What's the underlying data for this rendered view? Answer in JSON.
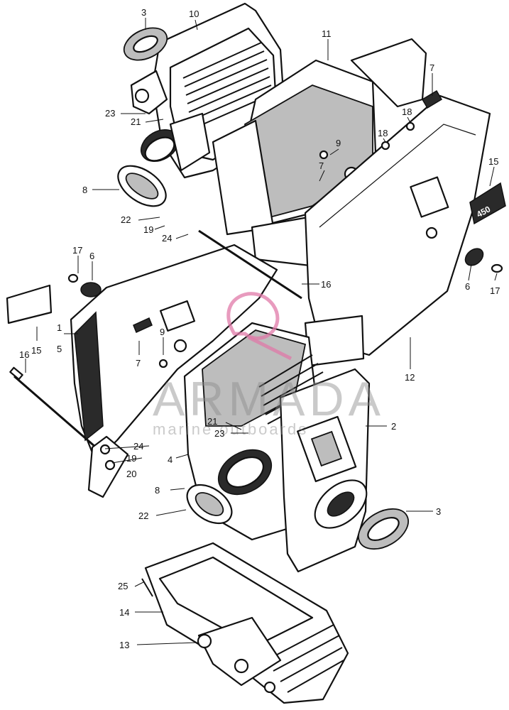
{
  "watermark": {
    "brand": "ARMADA",
    "tagline": "marine outboards",
    "logo_color": "#e07aa8"
  },
  "callouts": [
    {
      "id": "c3a",
      "label": "3"
    },
    {
      "id": "c10",
      "label": "10"
    },
    {
      "id": "c11",
      "label": "11"
    },
    {
      "id": "c7a",
      "label": "7"
    },
    {
      "id": "c23a",
      "label": "23"
    },
    {
      "id": "c21a",
      "label": "21"
    },
    {
      "id": "c18a",
      "label": "18"
    },
    {
      "id": "c18b",
      "label": "18"
    },
    {
      "id": "c9a",
      "label": "9"
    },
    {
      "id": "c7b",
      "label": "7"
    },
    {
      "id": "c15a",
      "label": "15"
    },
    {
      "id": "c8a",
      "label": "8"
    },
    {
      "id": "c22a",
      "label": "22"
    },
    {
      "id": "c19a",
      "label": "19"
    },
    {
      "id": "c24a",
      "label": "24"
    },
    {
      "id": "c17a",
      "label": "17"
    },
    {
      "id": "c6a",
      "label": "6"
    },
    {
      "id": "c16a",
      "label": "16"
    },
    {
      "id": "c6b",
      "label": "6"
    },
    {
      "id": "c17b",
      "label": "17"
    },
    {
      "id": "c1",
      "label": "1"
    },
    {
      "id": "c5",
      "label": "5"
    },
    {
      "id": "c15b",
      "label": "15"
    },
    {
      "id": "c9b",
      "label": "9"
    },
    {
      "id": "c7c",
      "label": "7"
    },
    {
      "id": "c12",
      "label": "12"
    },
    {
      "id": "c16b",
      "label": "16"
    },
    {
      "id": "c2",
      "label": "2"
    },
    {
      "id": "c21b",
      "label": "21"
    },
    {
      "id": "c23b",
      "label": "23"
    },
    {
      "id": "c24b",
      "label": "24"
    },
    {
      "id": "c19b",
      "label": "19"
    },
    {
      "id": "c20",
      "label": "20"
    },
    {
      "id": "c4",
      "label": "4"
    },
    {
      "id": "c8b",
      "label": "8"
    },
    {
      "id": "c22b",
      "label": "22"
    },
    {
      "id": "c3b",
      "label": "3"
    },
    {
      "id": "c25",
      "label": "25"
    },
    {
      "id": "c14",
      "label": "14"
    },
    {
      "id": "c13",
      "label": "13"
    }
  ],
  "emblem_text": "450"
}
